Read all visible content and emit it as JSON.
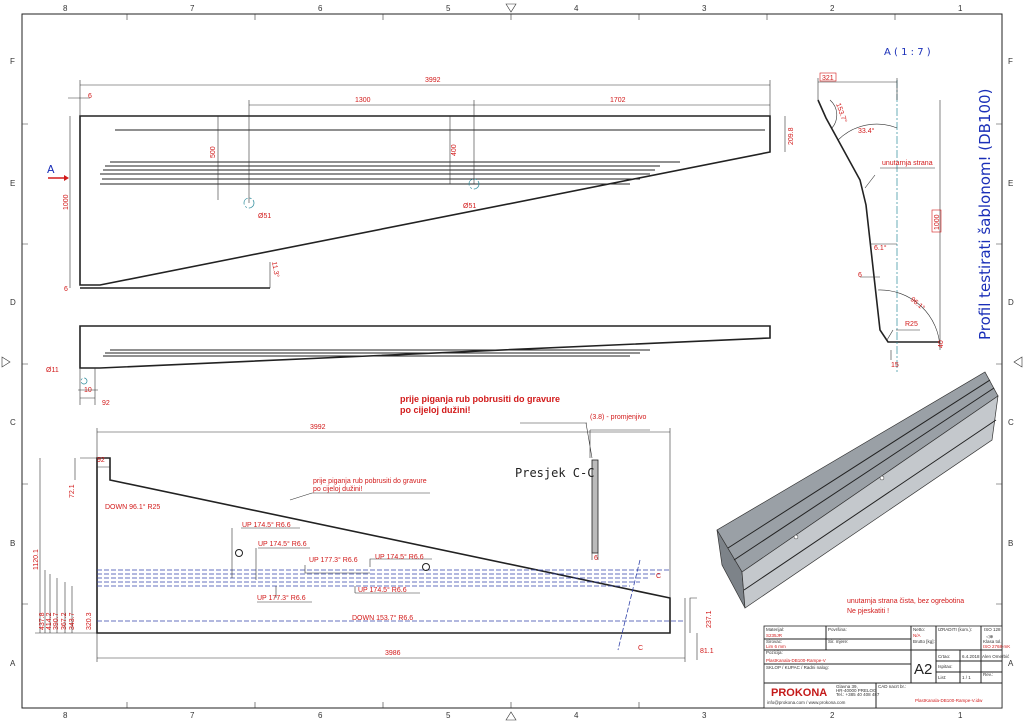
{
  "grid": {
    "cols": [
      "8",
      "7",
      "6",
      "5",
      "4",
      "3",
      "2",
      "1"
    ],
    "rows": [
      "F",
      "E",
      "D",
      "C",
      "B",
      "A"
    ]
  },
  "top_view": {
    "view_marker": "A",
    "dim_total": "3992",
    "dim_thk": "6",
    "dim_1300": "1300",
    "dim_1702": "1702",
    "dim_end": "209.8",
    "dim_500": "500",
    "dim_400": "400",
    "dim_1000": "1000",
    "dim_bottom": "6",
    "hole_1": "Ø51",
    "hole_2": "Ø51",
    "angle": "11.3°"
  },
  "side_view": {
    "hole": "Ø11",
    "dim_10": "10",
    "dim_92": "92"
  },
  "flat_view": {
    "dim_total": "3992",
    "dim_92": "92",
    "dim_72": "72.1",
    "down_first": "DOWN 96.1° R25",
    "note_line1": "prije piganja rub pobrusiti do gravure",
    "note_line2": "po cijeloj dužini!",
    "bends": [
      "UP 174.5° R6.6",
      "UP 174.5° R6.6",
      "UP 177.3° R6.6",
      "UP 174.5° R6.6",
      "UP 177.3° R6.6",
      "UP 174.5° R6.6"
    ],
    "down_last": "DOWN 153.7° R6.6",
    "heights": [
      "1120.1",
      "437.8",
      "414.2",
      "390.7",
      "367.2",
      "343.7",
      "320.3"
    ],
    "dim_237": "237.1",
    "dim_81": "81.1",
    "dim_bottom": "3986",
    "cut_label": "C"
  },
  "section": {
    "title": "Presjek C-C",
    "variable": "(3.8) - promjenjivo",
    "thickness": "6",
    "note_line1": "prije piganja rub pobrusiti do gravure",
    "note_line2": "po cijeloj dužini!"
  },
  "detail": {
    "title": "A ( 1 : 7 )",
    "dim_321": "321",
    "angle_top": "153.7°",
    "angle_2": "33.4°",
    "inner_label": "unutarnja strana",
    "dim_1000": "1000",
    "angle_3": "6.1°",
    "thk": "6",
    "angle_bottom": "96.1°",
    "radius": "R25",
    "dim_15": "15",
    "dim_end": "40",
    "side_note": "Profil testirati šablonom! (DB100)"
  },
  "surface_note": {
    "line1": "unutarnja strana čista, bez ogrebotina",
    "line2": "Ne pjeskatiti !"
  },
  "title_block": {
    "materijal_label": "Materijal:",
    "materijal": "S235JR",
    "povrsina_label": "Površina:",
    "netto_label": "Netto:",
    "netto": "N/A",
    "izraditi_label": "IZRADITI (kom.):",
    "iso_label": "ISO 128",
    "sirovac_label": "Sirovac:",
    "sirovac": "Lim 6 mm",
    "sir_mjere_label": "Sir. mjere:",
    "brutto_label": "Brutto [kg]:",
    "klasa_label": "Klasa tol.:",
    "klasa": "ISO 2768-mK",
    "pozicija_label": "Pozicija:",
    "pozicija": "PlastKanala-DB100-Rampe-V",
    "sklop": "SKLOP / KUPAC / Radni nalog:",
    "format": "A2",
    "crtao_label": "Crtao:",
    "crtao_date": "6.4.2018",
    "crtao_name": "Alen Omerbić",
    "ispitao_label": "Ispitao:",
    "list_label": "List:",
    "list": "1 / 1",
    "rev_label": "Rev.:",
    "company": "PROKONA",
    "address1": "Glavna 39,",
    "address2": "HR-40000 PRELOG",
    "address3": "Tel.: +385 40 408 487",
    "contact": "info@prokona.com / www.prokona.com",
    "cad_label": "CAD nacrt br.:",
    "cad_file": "PlastKanala-DB100-Rampe-V.idw"
  }
}
